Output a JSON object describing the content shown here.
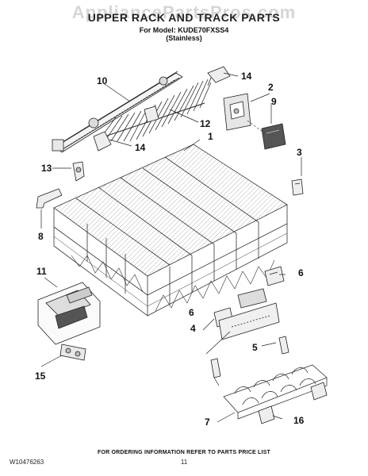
{
  "header": {
    "watermark": "AppliancePartsPros.com",
    "title": "UPPER RACK AND TRACK PARTS",
    "model_line": "For Model: KUDE70FXSS4",
    "finish": "(Stainless)"
  },
  "callouts": [
    "1",
    "2",
    "3",
    "4",
    "5",
    "6",
    "6",
    "7",
    "8",
    "9",
    "10",
    "11",
    "12",
    "13",
    "14",
    "14",
    "15",
    "16"
  ],
  "footer": {
    "note": "FOR ORDERING INFORMATION REFER TO PARTS PRICE LIST",
    "doc_number": "W10476263",
    "page_number": "11"
  }
}
